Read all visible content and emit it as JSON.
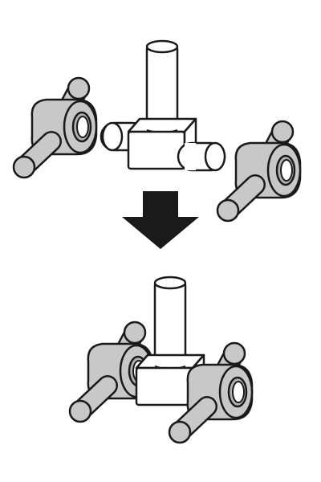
{
  "diagram": {
    "colors": {
      "background": "#ffffff",
      "outline": "#1a1a1a",
      "white_part": "#ffffff",
      "gray_part": "#c8c8c8",
      "gray_face": "#b0b0b0",
      "arrow": "#1a1a1a"
    },
    "panels": [
      {
        "name": "exploded-view",
        "parts": [
          "center-connector",
          "left-side-block",
          "right-side-block"
        ]
      },
      {
        "name": "assembled-view",
        "parts": [
          "center-connector",
          "left-side-block",
          "right-side-block"
        ]
      }
    ],
    "arrow_direction": "down"
  }
}
